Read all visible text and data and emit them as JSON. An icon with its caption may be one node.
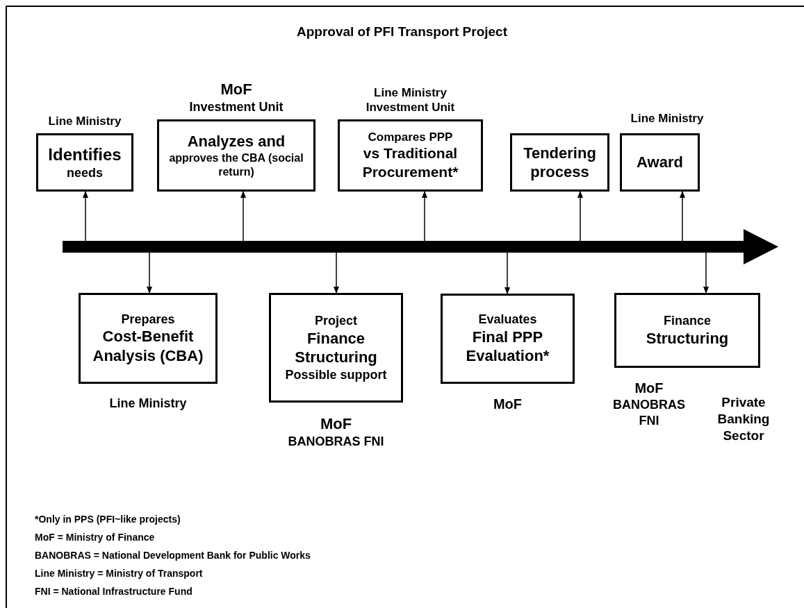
{
  "diagram": {
    "title": "Approval of PFI Transport Project",
    "nodes": [
      {
        "text": [],
        "shape": "bar"
      },
      {
        "text": [
          "Identifies",
          "needs"
        ],
        "beside": [
          "Line Ministry"
        ]
      },
      {
        "text": [
          "Analyzes and",
          "approves the CBA (social return)"
        ],
        "beside": [
          "MoF",
          "Investment Unit"
        ]
      },
      {
        "text": [
          "Compares PPP",
          "vs Traditional Procurement*"
        ],
        "beside": [
          "Line Ministry Investment Unit"
        ]
      },
      {
        "text": [
          "Tendering process"
        ]
      },
      {
        "text": [
          "Award"
        ]
      },
      {
        "text": [
          "Prepares",
          "Cost-Benefit Analysis (CBA)"
        ],
        "beside": [
          "Line Ministry"
        ]
      },
      {
        "text": [
          "Project",
          "Finance Structuring",
          "Possible support"
        ],
        "beside": [
          "MoF",
          "BANOBRAS FNI"
        ]
      },
      {
        "text": [
          "Evaluates",
          "Final PPP Evaluation*"
        ],
        "beside": [
          "MoF"
        ]
      },
      {
        "text": [
          "Finance",
          "Structuring"
        ],
        "beside": [
          "MoF",
          "BANOBRAS FNI"
        ]
      }
    ],
    "edges": [
      {
        "from": 0,
        "to": 1,
        "arrow": "to"
      },
      {
        "from": 0,
        "to": 2,
        "arrow": "to"
      },
      {
        "from": 0,
        "to": 3,
        "arrow": "to"
      },
      {
        "from": 0,
        "to": 4,
        "arrow": "to"
      },
      {
        "from": 0,
        "to": 5,
        "arrow": "to"
      },
      {
        "from": 0,
        "to": 6,
        "arrow": "to"
      },
      {
        "from": 0,
        "to": 7,
        "arrow": "to"
      },
      {
        "from": 0,
        "to": 8,
        "arrow": "to"
      },
      {
        "from": 0,
        "to": 9,
        "arrow": "to"
      }
    ],
    "labels": [
      "Line Ministry",
      "Private Banking Sector",
      "*Only in PPS (PFI~like projects)",
      "MoF = Ministry of Finance",
      "BANOBRAS = National Development Bank for Public Works",
      "Line Ministry = Ministry of Transport",
      "FNI = National Infrastructure  Fund"
    ]
  }
}
